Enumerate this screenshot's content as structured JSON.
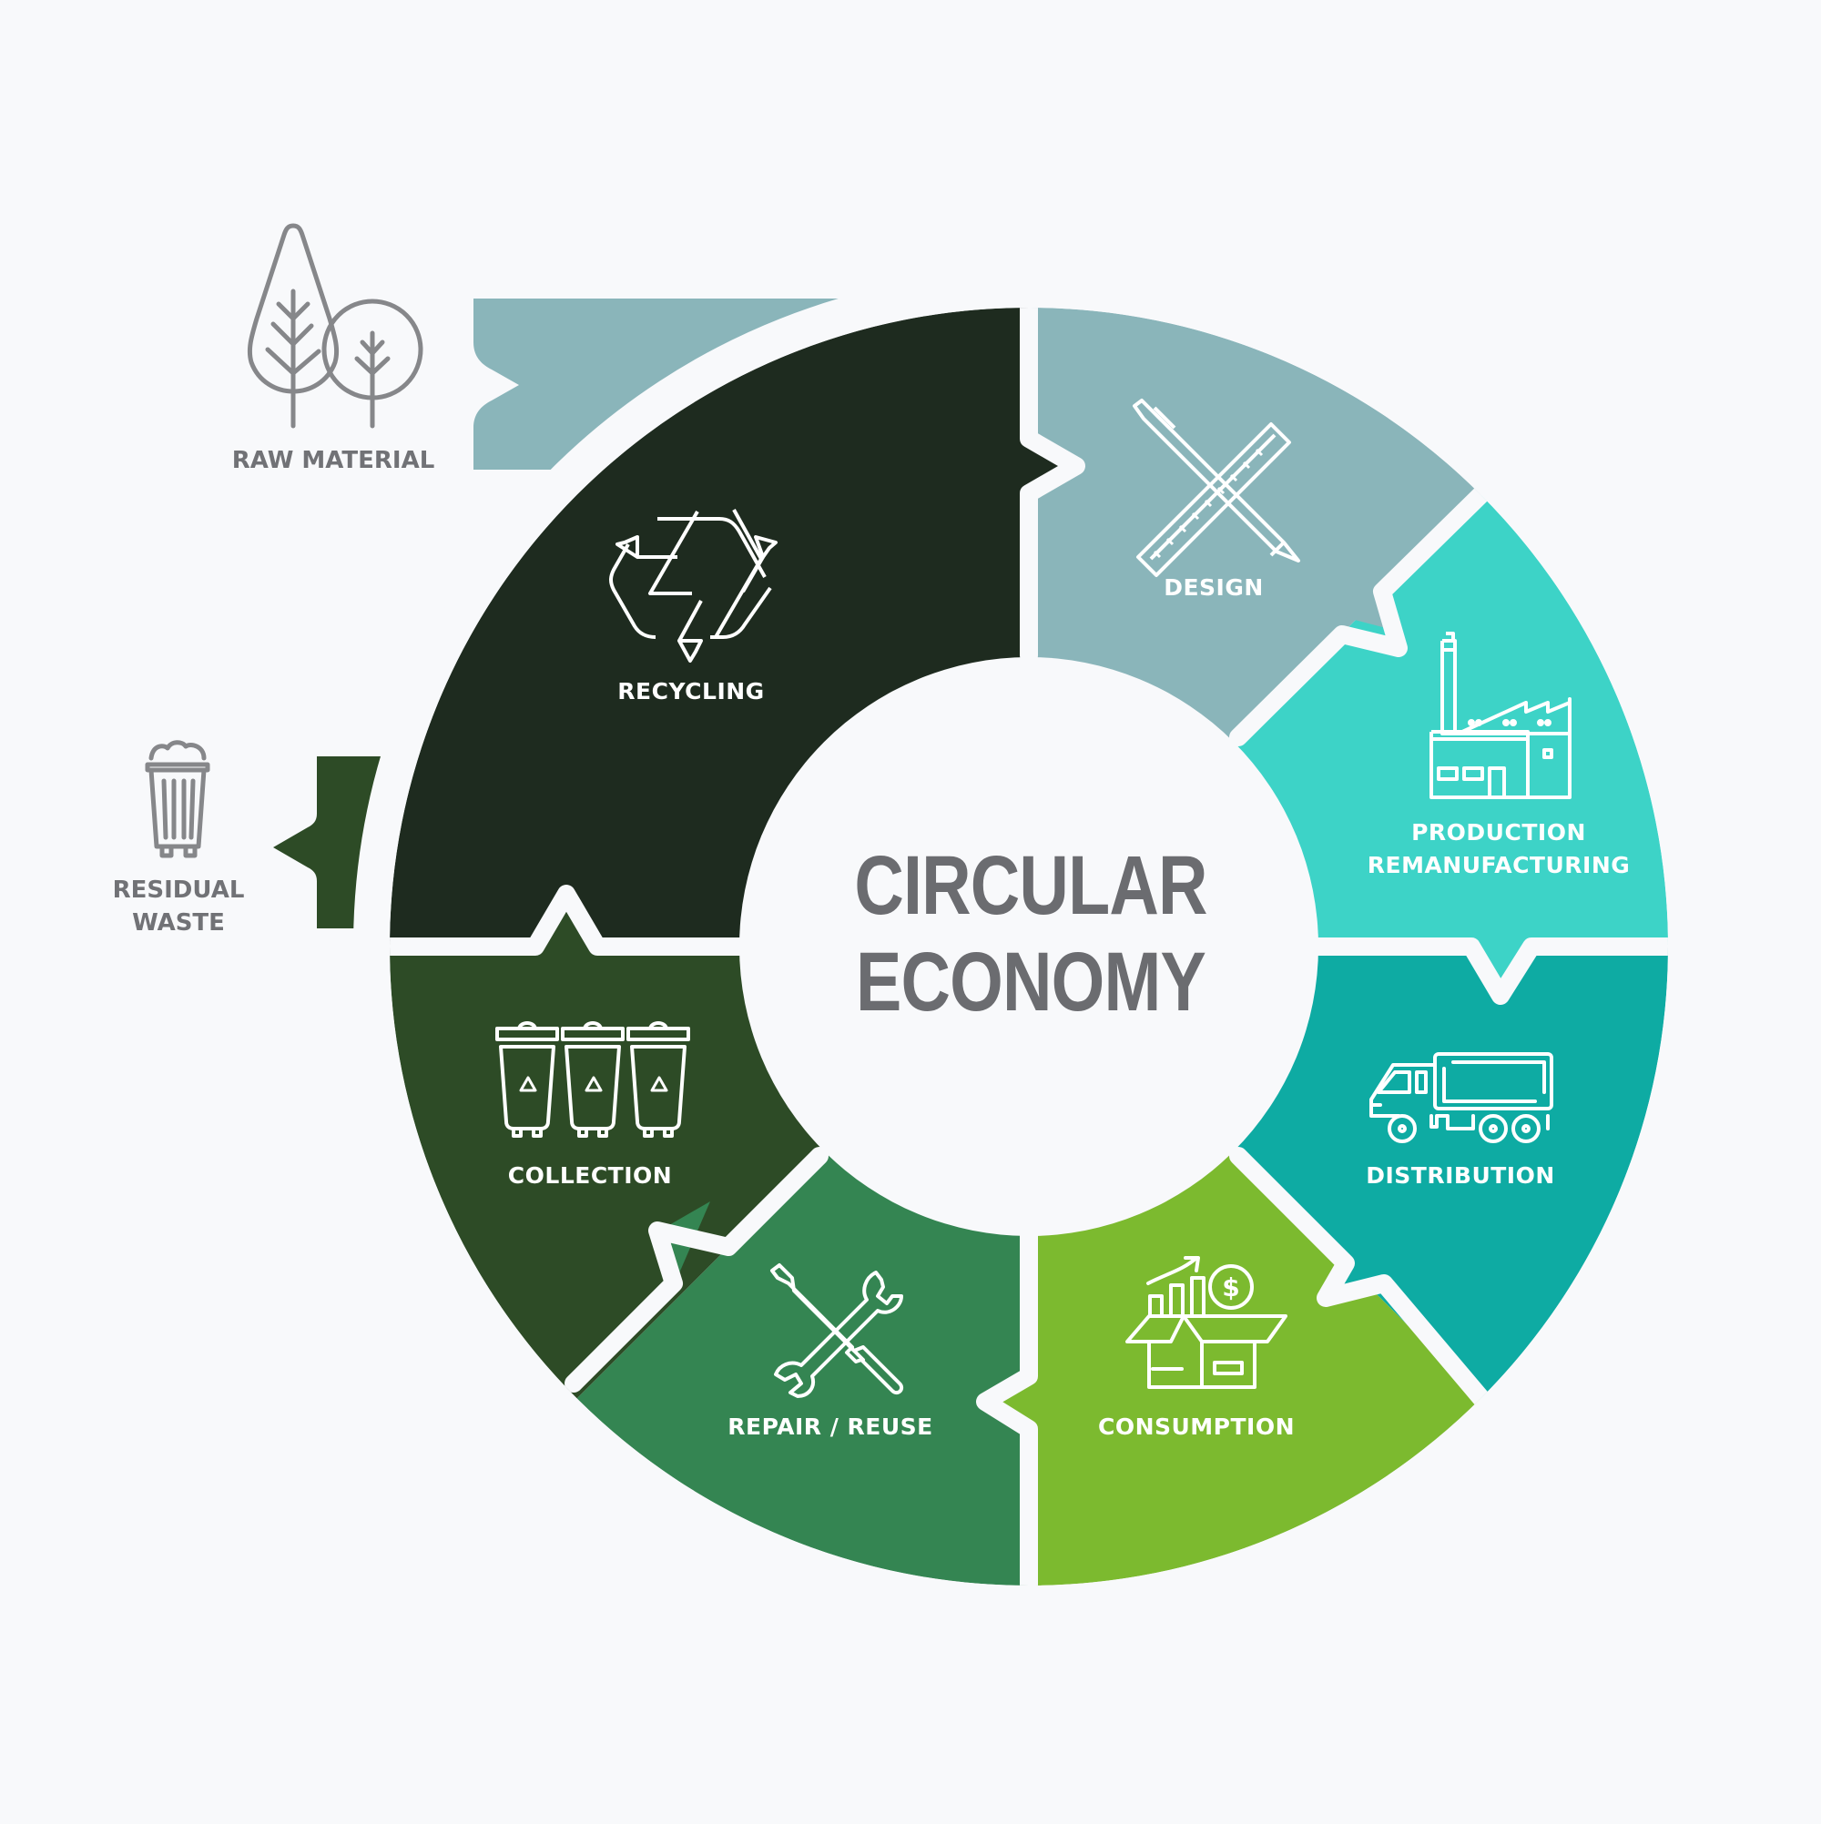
{
  "title": {
    "line1": "CIRCULAR",
    "line2": "ECONOMY",
    "color": "#6b6c70"
  },
  "background": "#f8f9fb",
  "segments": [
    {
      "id": "recycling",
      "label": "RECYCLING",
      "icon": "recycle-icon",
      "color": "#1e2b1f"
    },
    {
      "id": "design",
      "label": "DESIGN",
      "icon": "pencil-ruler-icon",
      "color": "#8ab5ba"
    },
    {
      "id": "production",
      "label_line1": "PRODUCTION",
      "label_line2": "REMANUFACTURING",
      "icon": "factory-icon",
      "color": "#3dd3c7"
    },
    {
      "id": "distribution",
      "label": "DISTRIBUTION",
      "icon": "truck-icon",
      "color": "#0eaba3"
    },
    {
      "id": "consumption",
      "label": "CONSUMPTION",
      "icon": "box-growth-dollar-icon",
      "color": "#7cba2f"
    },
    {
      "id": "repair",
      "label": "REPAIR / REUSE",
      "icon": "wrench-screwdriver-icon",
      "color": "#348552"
    },
    {
      "id": "collection",
      "label": "COLLECTION",
      "icon": "recycling-bins-icon",
      "color": "#2d4b26"
    }
  ],
  "external": {
    "raw_material": {
      "label": "RAW MATERIAL",
      "icon": "trees-icon",
      "tab_color": "#8ab5ba"
    },
    "residual_waste": {
      "label_line1": "RESIDUAL",
      "label_line2": "WASTE",
      "icon": "trash-can-icon",
      "tab_color": "#2d4b26"
    }
  },
  "colors": {
    "icon_gray": "#86878a",
    "label_gray": "#717276",
    "white": "#ffffff"
  }
}
